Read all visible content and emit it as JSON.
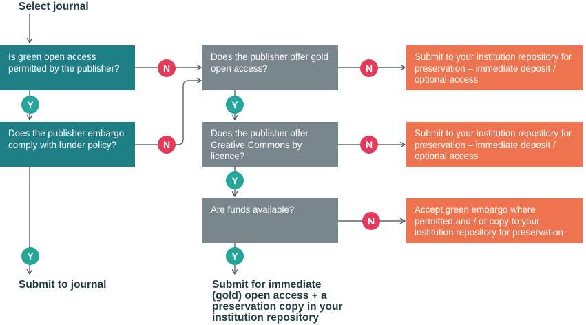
{
  "start_label": "Select journal",
  "terminals": {
    "journal": "Submit to journal",
    "gold": "Submit for immediate (gold) open access + a preservation copy in your institution repository"
  },
  "questions": {
    "green_oa": "Is green open access permitted by the publisher?",
    "embargo": "Does the publisher embargo comply with funder policy?",
    "gold_oa": "Does the publisher offer gold open access?",
    "cc_licence": "Does the publisher offer Creative Commons by licence?",
    "funds": "Are funds available?"
  },
  "outcomes": {
    "repo_1": "Submit to your institution repository for preservation – immediate deposit / optional access",
    "repo_2": "Submit to your institution repository for preservation – immediate deposit / optional access",
    "green_embargo": "Accept green embargo where permitted and / or copy to your institution repository for preservation"
  },
  "badges": {
    "no": "N",
    "yes": "Y"
  },
  "colors": {
    "question_teal": "#1f7f86",
    "question_gray": "#79868d",
    "outcome_orange": "#ee7450",
    "no_badge": "#e23c5a",
    "yes_badge": "#26a69a",
    "text_dark": "#1e3a44"
  }
}
